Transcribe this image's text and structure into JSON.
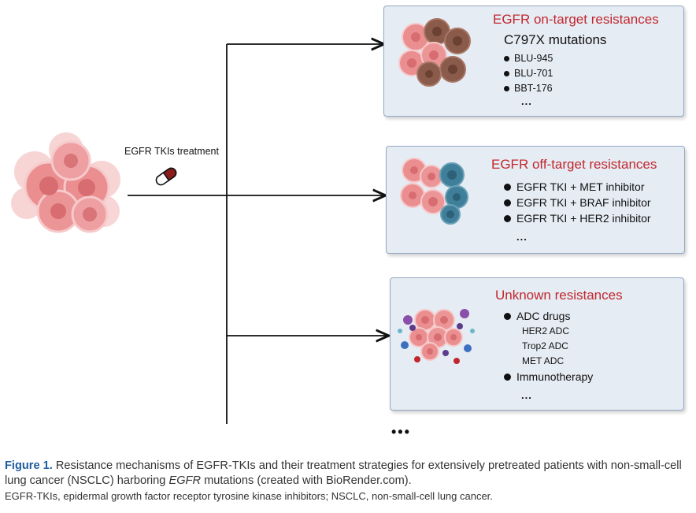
{
  "treatment": {
    "label": "EGFR TKIs treatment"
  },
  "boxes": [
    {
      "title": "EGFR on-target resistances",
      "subtitle": "C797X mutations",
      "items": [
        "BLU-945",
        "BLU-701",
        "BBT-176"
      ],
      "ellipsis": "..."
    },
    {
      "title": "EGFR off-target resistances",
      "items": [
        "EGFR TKI + MET inhibitor",
        "EGFR TKI + BRAF inhibitor",
        "EGFR TKI + HER2 inhibitor"
      ],
      "ellipsis": "..."
    },
    {
      "title": "Unknown resistances",
      "items": [
        {
          "label": "ADC drugs",
          "subitems": [
            "HER2 ADC",
            "Trop2 ADC",
            "MET ADC"
          ]
        },
        {
          "label": "Immunotherapy"
        }
      ],
      "ellipsis": "..."
    }
  ],
  "more": "•••",
  "caption": {
    "figure_label": "Figure 1.",
    "text_before": " Resistance mechanisms of EGFR-TKIs and their treatment strategies for extensively pretreated patients with non-small-cell lung cancer (NSCLC) harboring ",
    "italic": "EGFR",
    "text_after": " mutations (created with BioRender.com).",
    "note": "EGFR-TKIs, epidermal growth factor receptor tyrosine kinase inhibitors; NSCLC, non-small-cell lung cancer."
  },
  "colors": {
    "title_red": "#c2272d",
    "box_fill": "#e6ecf4",
    "box_border": "#93a8c4",
    "figure_blue": "#1f5d9e",
    "cell_pink": "#e98c8f",
    "cell_brown": "#8a5a4a",
    "cell_teal": "#3f7f99"
  },
  "icons": [
    "tumor-cluster-icon",
    "pill-icon",
    "mixed-tumor-icon",
    "teal-tumor-icon",
    "immune-microenvironment-icon"
  ]
}
